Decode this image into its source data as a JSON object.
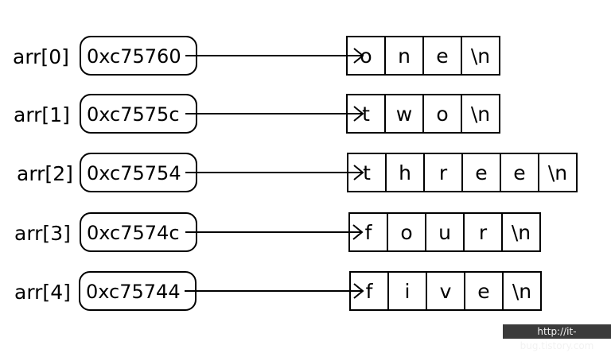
{
  "rows": [
    {
      "label": "arr[0]",
      "address": "0xc75760",
      "chars": [
        "o",
        "n",
        "e",
        "\\n"
      ]
    },
    {
      "label": "arr[1]",
      "address": "0xc7575c",
      "chars": [
        "t",
        "w",
        "o",
        "\\n"
      ]
    },
    {
      "label": "arr[2]",
      "address": "0xc75754",
      "chars": [
        "t",
        "h",
        "r",
        "e",
        "e",
        "\\n"
      ]
    },
    {
      "label": "arr[3]",
      "address": "0xc7574c",
      "chars": [
        "f",
        "o",
        "u",
        "r",
        "\\n"
      ]
    },
    {
      "label": "arr[4]",
      "address": "0xc75744",
      "chars": [
        "f",
        "i",
        "v",
        "e",
        "\\n"
      ]
    }
  ],
  "watermark": "http://it-bug.tistory.com"
}
